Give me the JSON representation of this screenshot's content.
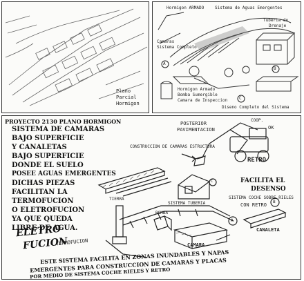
{
  "panel_a": {
    "caption_lines": [
      "Plano",
      "Parcial",
      "Hormigon"
    ]
  },
  "panel_b": {
    "labels": {
      "top1": "Hormigon ARMADO",
      "top2": "Sistema de Aguas Emergentes",
      "left1": "Camaras",
      "left2": "Sistema Completo",
      "right1": "Tuberia de",
      "right2": "Drenaje",
      "bottom1": "Hormigon Armado",
      "bottom2": "Bomba Sumergible",
      "bottom3": "Camara de Inspeccion",
      "bottom4": "Diseno Completo del Sistema"
    },
    "markers": [
      "A",
      "B",
      "C"
    ]
  },
  "panel_c": {
    "project_lines": [
      "PROYECTO 2130 PLANO HORMIGON",
      "SISTEMA DE CAMARAS",
      "BAJO SUPERFICIE",
      "Y CANALETAS",
      "BAJO SUPERFICIE",
      "DONDE EL SUELO",
      "POSEE AGUAS EMERGENTES",
      "DICHAS PIEZAS",
      "FACILITAN LA",
      "TERMOFUCION",
      "O ELETROFUCION",
      "YA QUE QUEDA",
      "LIBRE DE AGUA."
    ],
    "brand_line1": "ELETRO",
    "brand_line2": "FUCION",
    "brand_sub": "TERMOFUCION",
    "labels": {
      "posterior": "POSTERIOR",
      "pavimentacion": "PAVIMENTACION",
      "construccion": "CONSTRUCCION DE CAMARAS ESTRUCTURA",
      "retro": "RETRO",
      "facilita": "FACILITA EL",
      "desenso": "DESENSO",
      "sistema_coche": "SISTEMA COCHE SOBRE RIELES",
      "con_retro": "CON RETRO",
      "tierra": "TIERRA",
      "bomba": "BOMBA",
      "camara": "CAMARA",
      "canaleta": "CANALETA",
      "sistema_tuberia": "SISTEMA TUBERIA",
      "ok": "OK",
      "coop": "COOP."
    },
    "markers": [
      "A",
      "B",
      "C"
    ],
    "bottom_lines": [
      "ESTE SISTEMA FACILITA EN ZONAS INUNDABLES Y NAPAS",
      "EMERGENTES PARA CONSTRUCCION DE CAMARAS Y PLACAS",
      "POR MEDIO DE SISTEMA COCHE RIELES Y RETRO"
    ]
  }
}
